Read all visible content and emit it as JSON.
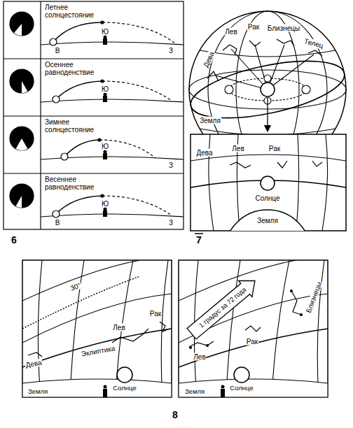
{
  "diagram": {
    "labels": [
      "Летнее солнцестояние",
      "В",
      "Ю",
      "З",
      "Осеннее равноденствие",
      "Ю",
      "Зимнее солнцестояние",
      "Ю",
      "З",
      "Весеннее равноденствие",
      "В",
      "Ю",
      "З",
      "6",
      "Дева",
      "Лев",
      "Рак",
      "Близнецы",
      "Телец",
      "Земля",
      "Дева",
      "Лев",
      "Рак",
      "Солнце",
      "Земля",
      "7",
      "30°",
      "Лев",
      "Рак",
      "Дева",
      "Эклиптика",
      "Солнце",
      "Земля",
      "1 градус за 72 года",
      "Лев",
      "Рак",
      "Близнецы",
      "Солнце",
      "Земля",
      "8"
    ]
  }
}
